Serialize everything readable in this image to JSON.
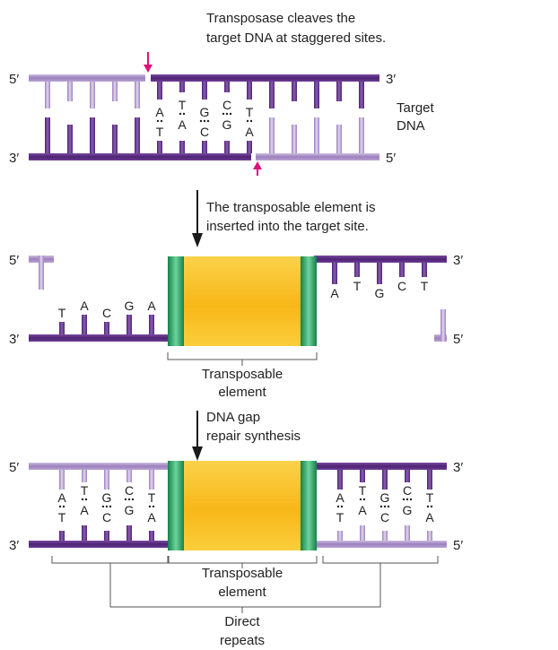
{
  "panel1": {
    "caption_line1": "Transposase cleaves the",
    "caption_line2": "target DNA at staggered sites.",
    "target_line1": "Target",
    "target_line2": "DNA"
  },
  "step2": {
    "line1": "The transposable element is",
    "line2": "inserted into the target site."
  },
  "step3": {
    "line1": "DNA gap",
    "line2": "repair synthesis"
  },
  "element_label": {
    "line1": "Transposable",
    "line2": "element"
  },
  "direct_repeats": {
    "line1": "Direct",
    "line2": "repeats"
  },
  "ends": {
    "five_prime": "5′",
    "three_prime": "3′"
  },
  "bases": {
    "top": [
      "A",
      "T",
      "G",
      "C",
      "T"
    ],
    "bottom": [
      "T",
      "A",
      "C",
      "G",
      "A"
    ]
  },
  "colors": {
    "dark_strand": "#5c2d82",
    "light_strand": "#a88fc2",
    "cleavage_arrow": "#e0117a",
    "element_core": "#f7b718",
    "element_edge": "#1fa05a"
  }
}
